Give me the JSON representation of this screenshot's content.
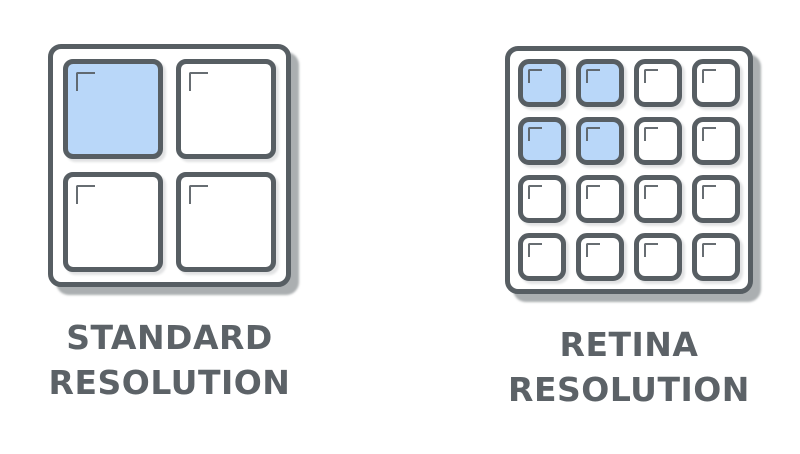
{
  "colors": {
    "background": "#ffffff",
    "outline": "#575e63",
    "panel_fill": "#ffffff",
    "cell_fill": "#ffffff",
    "highlight_fill": "#b9d7f9",
    "caption_text": "#5c6267",
    "panel_shadow": "rgba(88,95,100,0.5)",
    "cell_shadow": "rgba(88,95,100,0.18)"
  },
  "panels": [
    {
      "id": "standard",
      "caption": {
        "line1": "STANDARD",
        "line2": "RESOLUTION"
      },
      "grid": {
        "rows": 2,
        "cols": 2,
        "highlighted_cells": [
          0
        ],
        "icon": "corner-bracket"
      }
    },
    {
      "id": "retina",
      "caption": {
        "line1": "RETINA",
        "line2": "RESOLUTION"
      },
      "grid": {
        "rows": 4,
        "cols": 4,
        "highlighted_cells": [
          0,
          1,
          4,
          5
        ],
        "icon": "corner-bracket"
      }
    }
  ]
}
